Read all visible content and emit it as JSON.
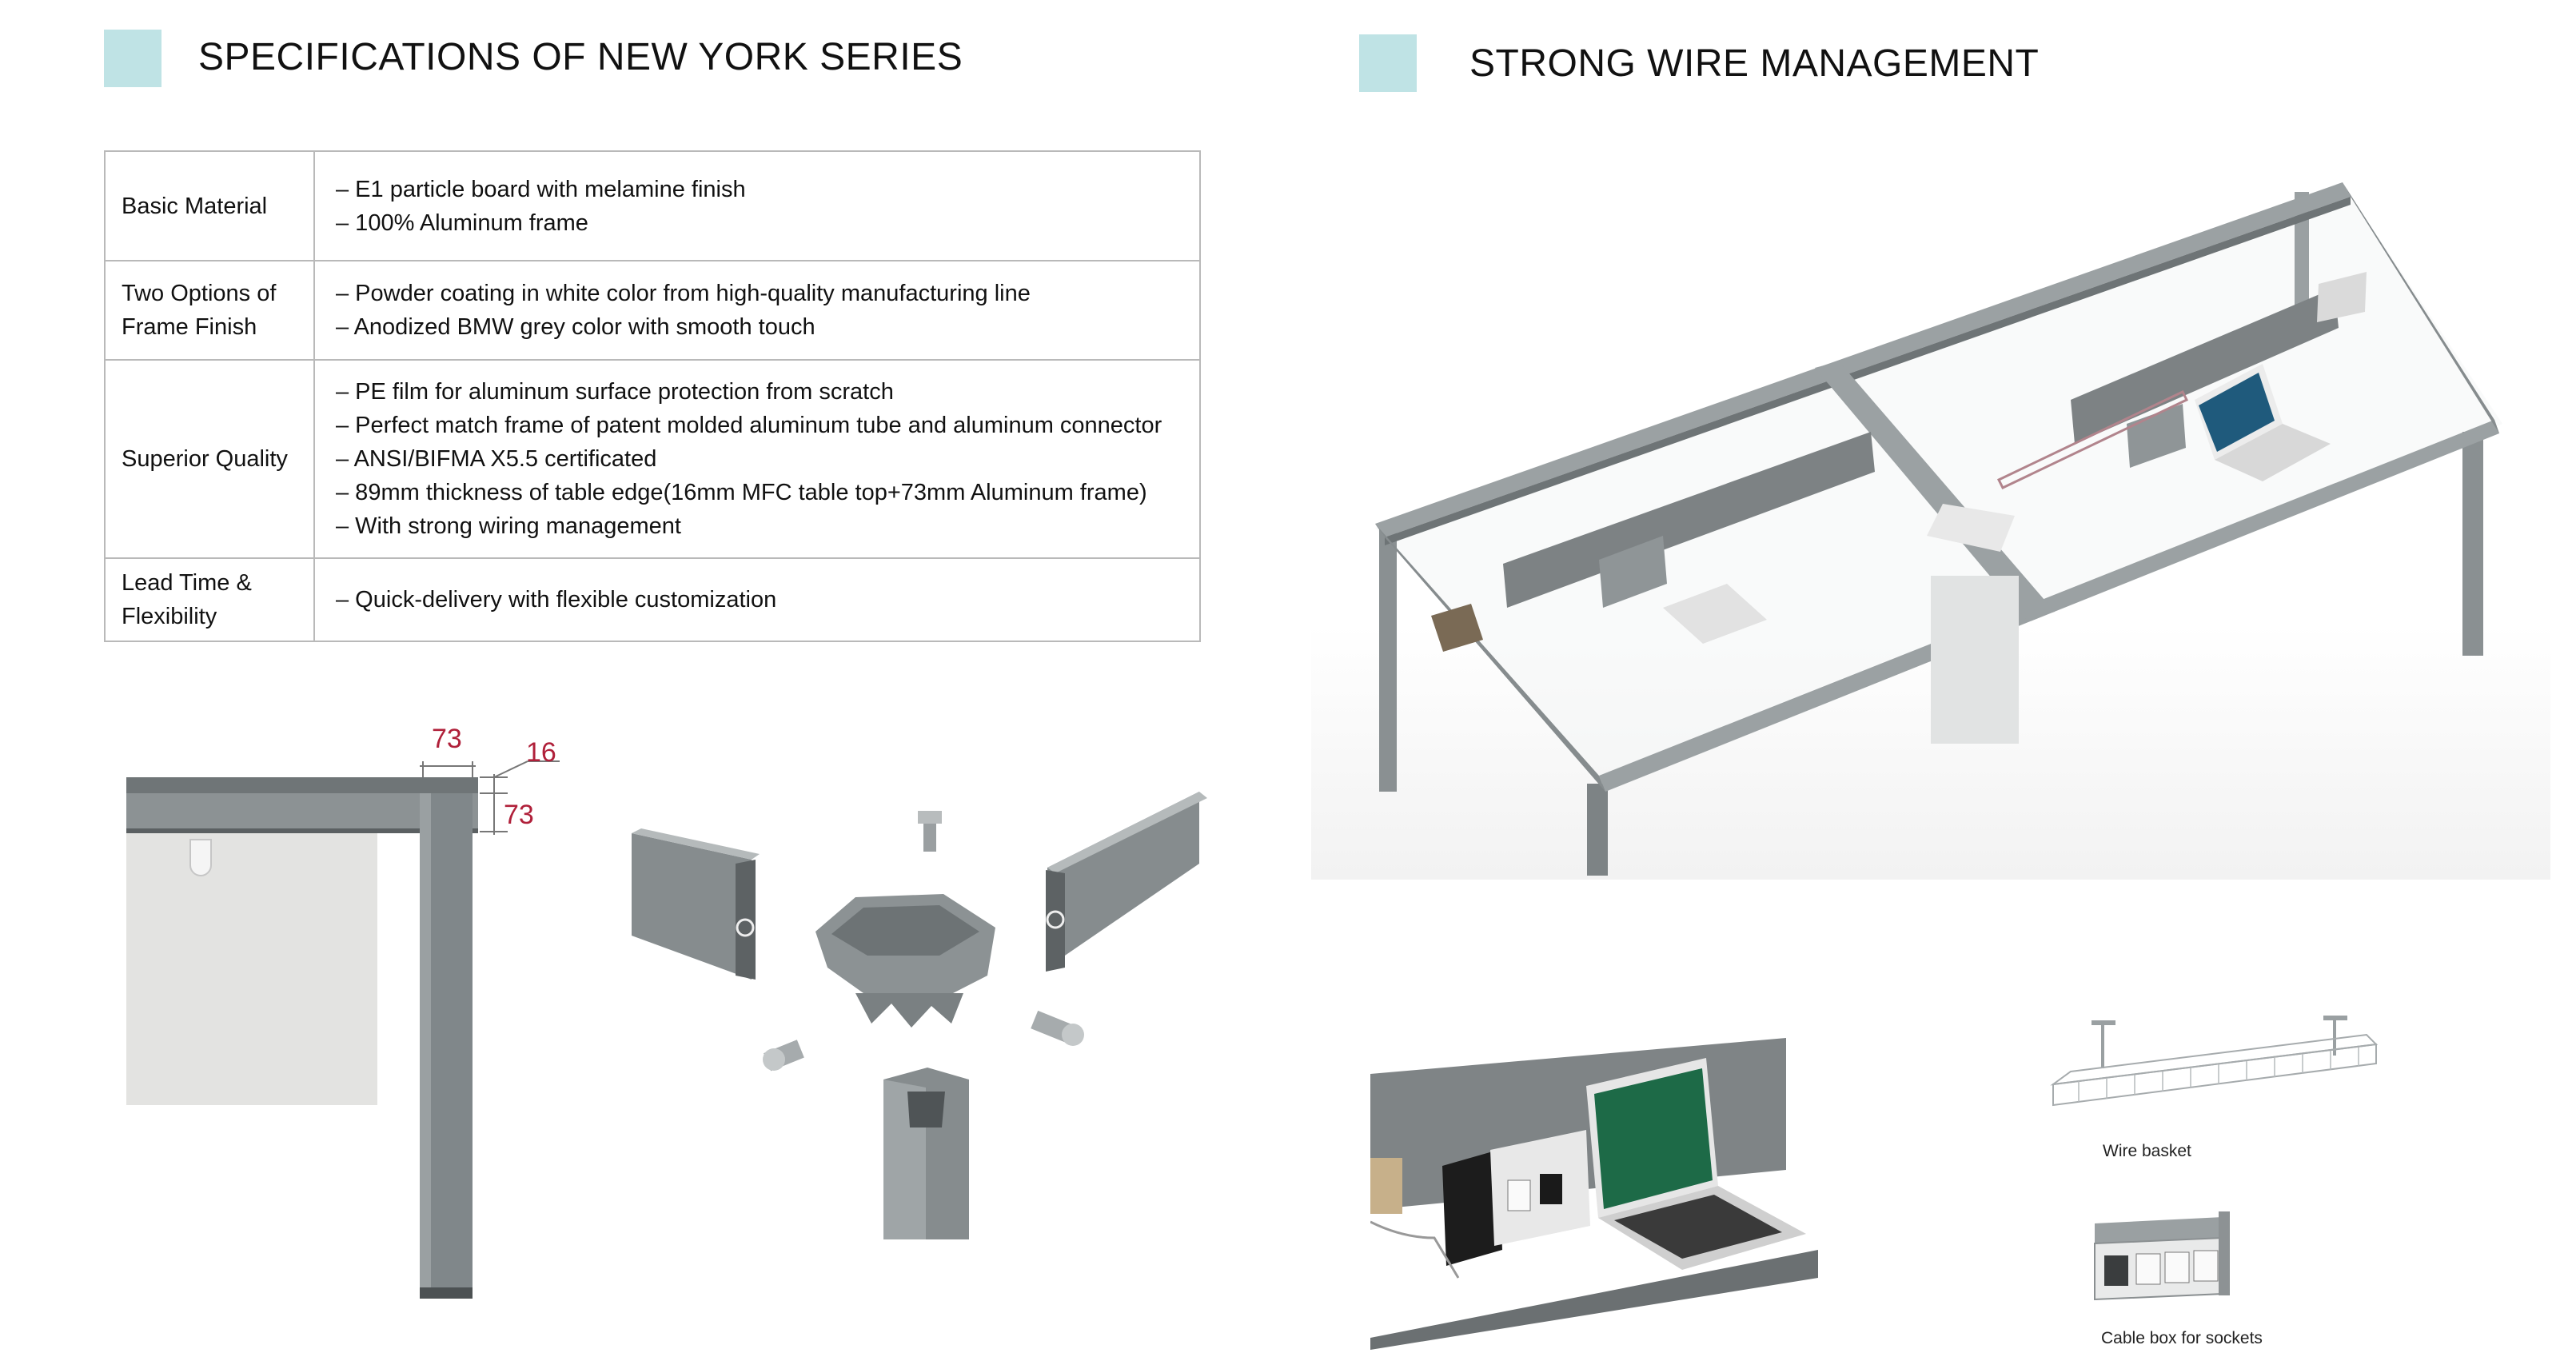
{
  "left_heading": "SPECIFICATIONS  OF NEW YORK SERIES",
  "right_heading": "STRONG WIRE MANAGEMENT",
  "specs": [
    {
      "label_lines": [
        "Basic Material"
      ],
      "items": [
        "– E1 particle board with melamine finish",
        "– 100% Aluminum frame"
      ]
    },
    {
      "label_lines": [
        "Two Options of",
        "Frame Finish"
      ],
      "items": [
        "– Powder coating in white color from high-quality manufacturing line",
        "– Anodized BMW grey color with smooth touch"
      ]
    },
    {
      "label_lines": [
        "Superior Quality"
      ],
      "items": [
        "– PE film for aluminum surface protection from scratch",
        "– Perfect match frame of patent molded aluminum tube and aluminum connector",
        "– ANSI/BIFMA X5.5 certificated",
        "– 89mm thickness of table edge(16mm MFC table top+73mm Aluminum frame)",
        "– With strong wiring management"
      ]
    },
    {
      "label_lines": [
        "Lead Time &",
        "Flexibility"
      ],
      "items": [
        "– Quick-delivery with flexible customization"
      ]
    }
  ],
  "dimensions": {
    "top_width": "73",
    "top_thickness": "16",
    "frame_height": "73"
  },
  "captions": {
    "wire_basket": "Wire basket",
    "cable_box": "Cable box for sockets"
  },
  "colors": {
    "accent_swatch": "#bfe3e5",
    "dimension_text": "#b0203a",
    "frame_grey": "#7e8486"
  }
}
